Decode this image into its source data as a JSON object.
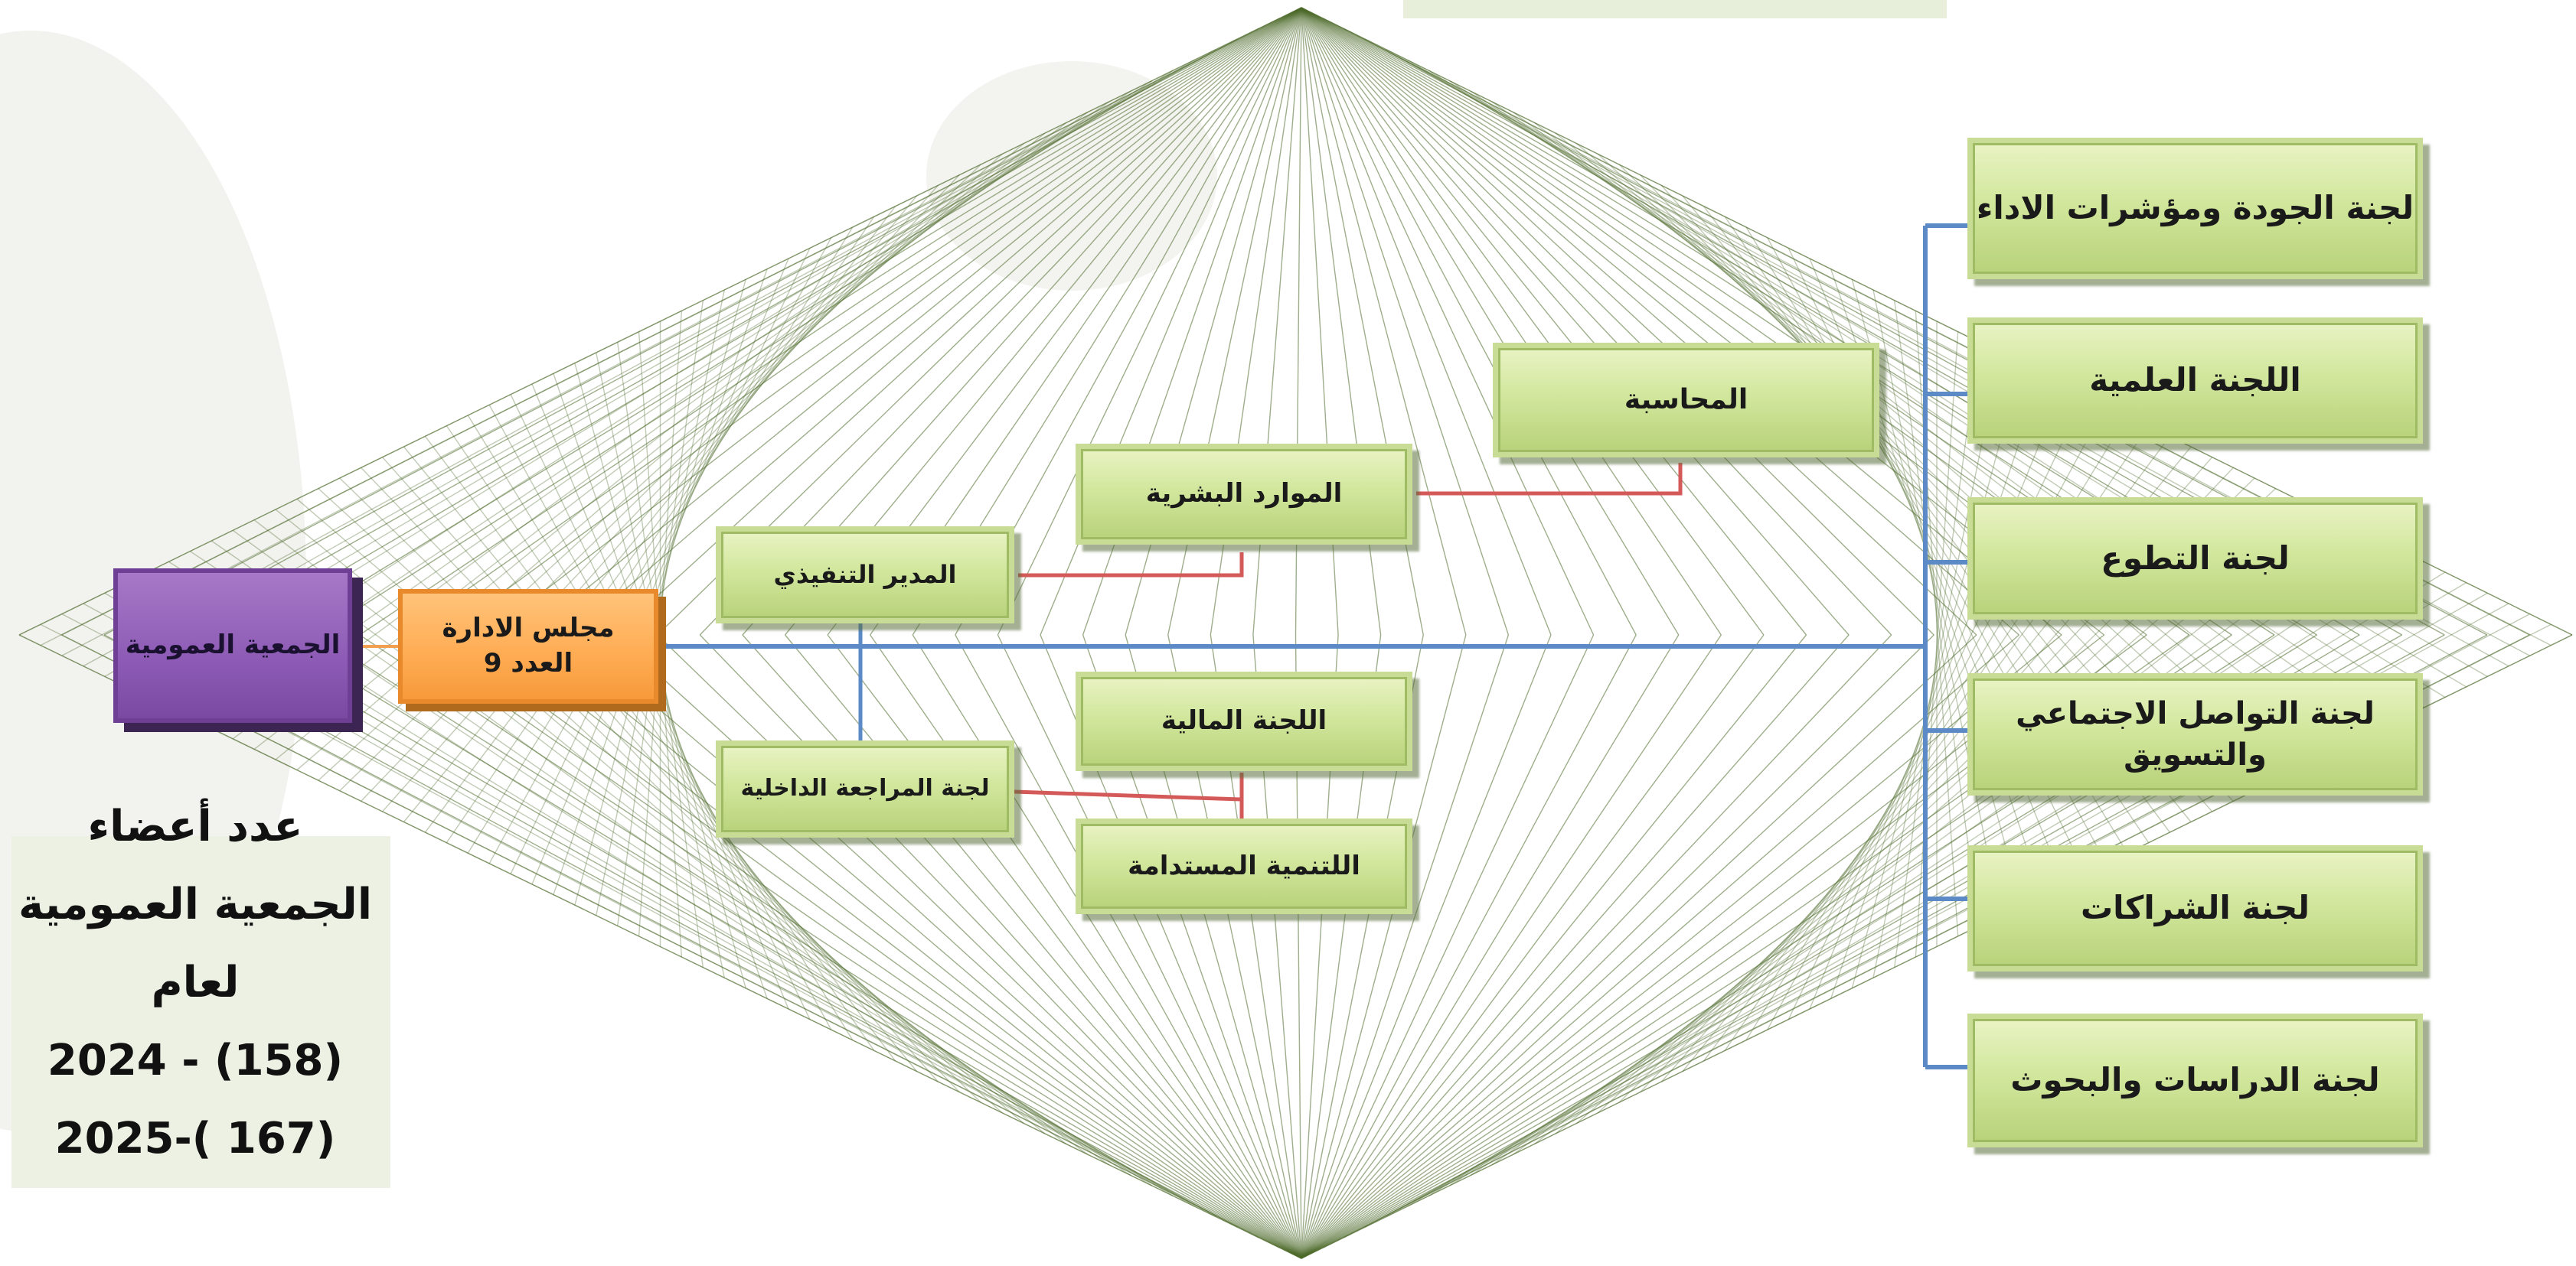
{
  "colors": {
    "green_box": "#d2e79d",
    "general_assembly": "#8d5bb5",
    "board": "#ffad55",
    "blue_connector": "#5b8ac7",
    "red_connector": "#d45a5a",
    "fan_lines": "#4e6b2c"
  },
  "nodes": {
    "general_assembly": "الجمعية العمومية",
    "board_title": "مجلس الادارة",
    "board_count": "العدد 9",
    "executive_director": "المدير التنفيذي",
    "internal_audit": "لجنة المراجعة الداخلية",
    "human_resources": "الموارد البشرية",
    "accounting": "المحاسبة",
    "finance_committee": "اللجنة المالية",
    "sustainable_development": "اللتنمية المستدامة",
    "committees": [
      "لجنة الجودة ومؤشرات الاداء",
      "اللجنة العلمية",
      "لجنة التطوع",
      "لجنة التواصل الاجتماعي والتسويق",
      "لجنة الشراكات",
      "لجنة الدراسات والبحوث"
    ]
  },
  "members_stats": {
    "line1": "عدد أعضاء",
    "line2": "الجمعية العمومية",
    "line3": "لعام",
    "line4": "2024 -  (158)",
    "line5": "2025-( 167)"
  }
}
